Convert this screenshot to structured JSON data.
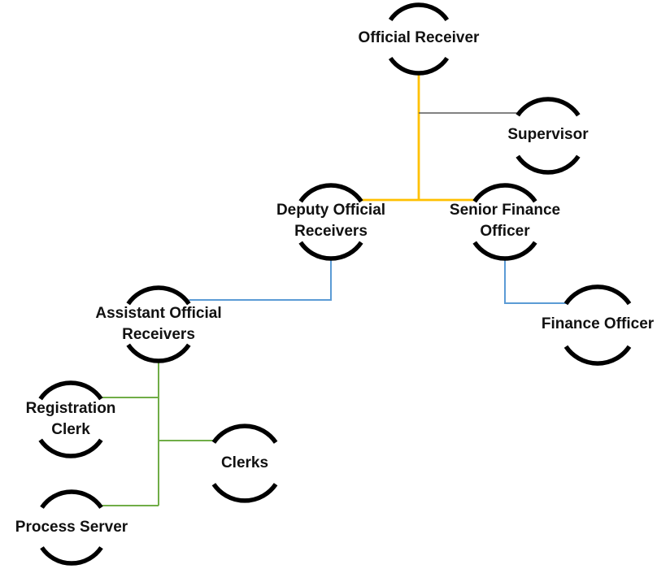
{
  "diagram": {
    "type": "org-chart",
    "colors": {
      "ring": "#000000",
      "gold": "#FFC000",
      "gray": "#595959",
      "blue": "#5B9BD5",
      "green": "#70AD47",
      "text": "#111111",
      "background": "#FFFFFF"
    },
    "nodes": [
      {
        "id": "official-receiver",
        "label": "Official Receiver",
        "lines": [
          "Official Receiver"
        ]
      },
      {
        "id": "supervisor",
        "label": "Supervisor",
        "lines": [
          "Supervisor"
        ]
      },
      {
        "id": "deputy-official-receivers",
        "label": "Deputy Official Receivers",
        "lines": [
          "Deputy Official",
          "Receivers"
        ]
      },
      {
        "id": "senior-finance-officer",
        "label": "Senior Finance Officer",
        "lines": [
          "Senior Finance",
          "Officer"
        ]
      },
      {
        "id": "finance-officer",
        "label": "Finance Officer",
        "lines": [
          "Finance Officer"
        ]
      },
      {
        "id": "assistant-official-receivers",
        "label": "Assistant Official Receivers",
        "lines": [
          "Assistant Official",
          "Receivers"
        ]
      },
      {
        "id": "registration-clerk",
        "label": "Registration Clerk",
        "lines": [
          "Registration",
          "Clerk"
        ]
      },
      {
        "id": "clerks",
        "label": "Clerks",
        "lines": [
          "Clerks"
        ]
      },
      {
        "id": "process-server",
        "label": "Process Server",
        "lines": [
          "Process Server"
        ]
      }
    ],
    "edges": [
      {
        "from": "Official Receiver",
        "to": "Supervisor",
        "color": "#595959"
      },
      {
        "from": "Official Receiver",
        "to": "Deputy Official Receivers",
        "color": "#FFC000"
      },
      {
        "from": "Official Receiver",
        "to": "Senior Finance Officer",
        "color": "#FFC000"
      },
      {
        "from": "Deputy Official Receivers",
        "to": "Assistant Official Receivers",
        "color": "#5B9BD5"
      },
      {
        "from": "Senior Finance Officer",
        "to": "Finance Officer",
        "color": "#5B9BD5"
      },
      {
        "from": "Assistant Official Receivers",
        "to": "Registration Clerk",
        "color": "#70AD47"
      },
      {
        "from": "Assistant Official Receivers",
        "to": "Clerks",
        "color": "#70AD47"
      },
      {
        "from": "Assistant Official Receivers",
        "to": "Process Server",
        "color": "#70AD47"
      }
    ]
  }
}
